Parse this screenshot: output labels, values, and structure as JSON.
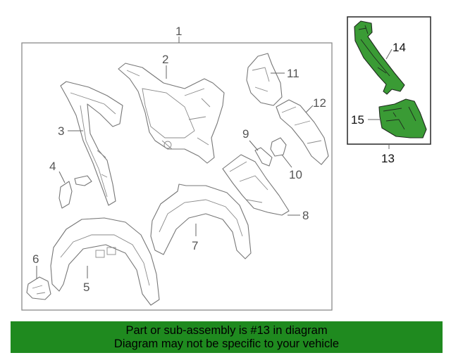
{
  "callouts": {
    "c1": "1",
    "c2": "2",
    "c3": "3",
    "c4": "4",
    "c5": "5",
    "c6": "6",
    "c7": "7",
    "c8": "8",
    "c9": "9",
    "c10": "10",
    "c11": "11",
    "c12": "12",
    "c13": "13",
    "c14": "14",
    "c15": "15"
  },
  "banner": {
    "line1": "Part or sub-assembly is #13 in diagram",
    "line2": "Diagram may not be specific to your vehicle"
  },
  "colors": {
    "highlight_part": "#3a9b35",
    "banner_bg": "#1f8a1f"
  }
}
